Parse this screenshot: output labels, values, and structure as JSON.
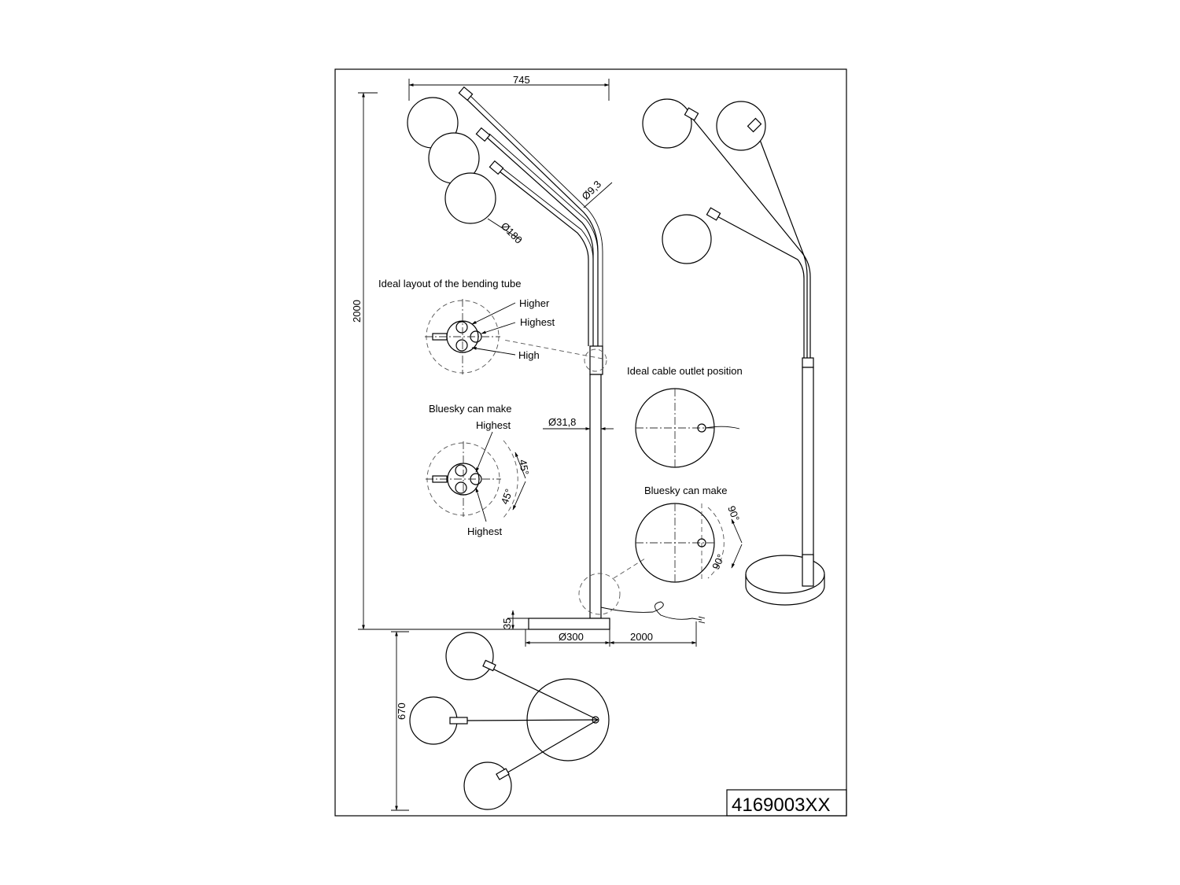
{
  "drawing": {
    "code": "4169003XX",
    "dimensions": {
      "width_top": "745",
      "height_total": "2000",
      "tube_dia": "Ø9,3",
      "shade_dia": "Ø180",
      "pole_dia": "Ø31,8",
      "base_height": "35",
      "base_dia": "Ø300",
      "cable_length": "2000",
      "top_view_span": "670"
    },
    "bending_tube": {
      "title": "Ideal layout of the bending tube",
      "higher": "Higher",
      "highest": "Highest",
      "high": "High"
    },
    "bluesky_left": {
      "title": "Bluesky can make",
      "highest_top": "Highest",
      "highest_bottom": "Highest",
      "angle_top": "45°",
      "angle_bottom": "45°"
    },
    "cable_outlet": {
      "title": "Ideal cable outlet position"
    },
    "bluesky_right": {
      "title": "Bluesky can make",
      "angle_top": "90°",
      "angle_bottom": "90°"
    }
  }
}
